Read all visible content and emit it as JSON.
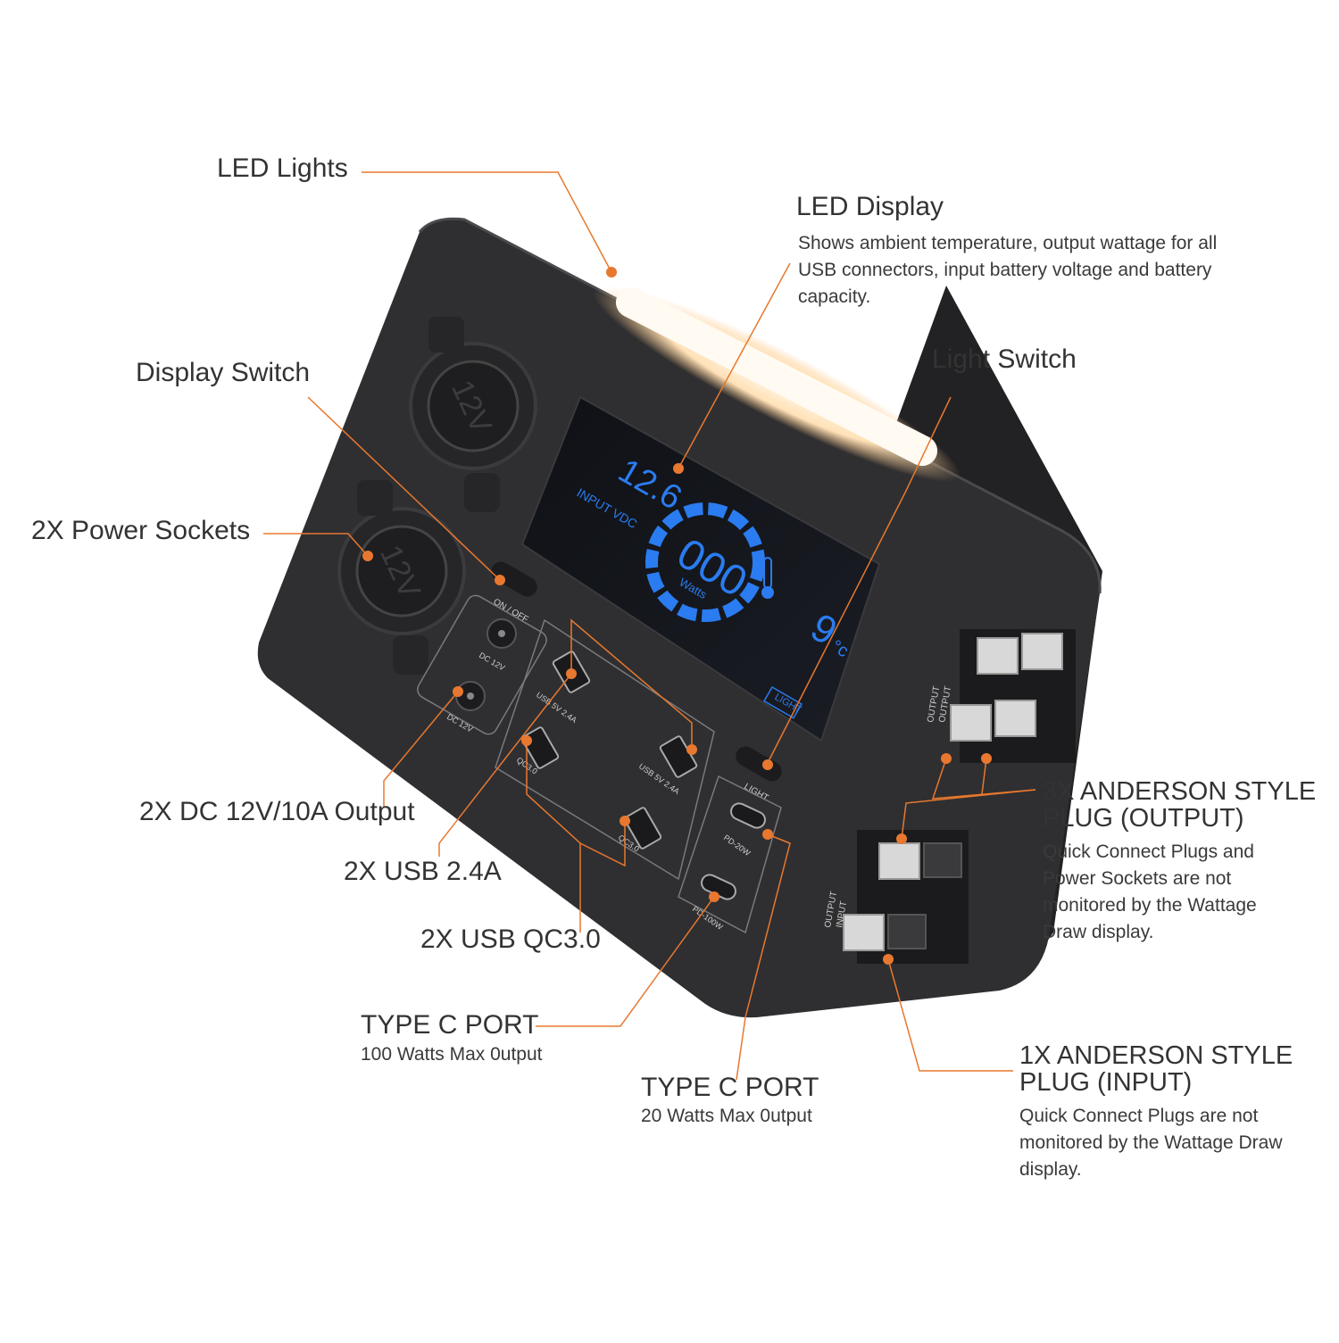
{
  "accent_color": "#e8782f",
  "body_color": "#2e2e30",
  "display_color": "#2a7cf0",
  "callouts": {
    "led_lights": {
      "title": "LED Lights"
    },
    "led_display": {
      "title": "LED Display",
      "desc": "Shows ambient temperature, output wattage for all USB connectors, input battery voltage and battery capacity."
    },
    "light_switch": {
      "title": "Light Switch"
    },
    "display_switch": {
      "title": "Display Switch"
    },
    "power_sockets": {
      "title": "2X Power Sockets"
    },
    "dc_output": {
      "title": "2X DC 12V/10A Output"
    },
    "usb_24": {
      "title": "2X USB 2.4A"
    },
    "usb_qc": {
      "title": "2X USB QC3.0"
    },
    "typec_100": {
      "title": "TYPE C PORT",
      "desc": "100 Watts Max 0utput"
    },
    "typec_20": {
      "title": "TYPE C PORT",
      "desc": "20 Watts Max 0utput"
    },
    "anderson_output": {
      "title_line1": "3X ANDERSON STYLE",
      "title_line2": "PLUG (OUTPUT)",
      "desc": "Quick Connect Plugs and Power Sockets are not monitored by the Wattage Draw display."
    },
    "anderson_input": {
      "title_line1": "1X ANDERSON STYLE",
      "title_line2": "PLUG (INPUT)",
      "desc": "Quick Connect Plugs are not monitored by the Wattage Draw display."
    }
  },
  "device": {
    "socket_label": "12V",
    "display": {
      "voltage": "12.6",
      "voltage_label": "INPUT VDC",
      "watts": "000",
      "watts_label": "Watts",
      "temperature": "9",
      "temp_unit": "°c",
      "light_indicator": "LIGHT"
    },
    "on_off_label": "ON / OFF",
    "light_button_label": "LIGHT",
    "dc_label": "DC 12V",
    "usb24_label": "USB 5V 2.4A",
    "qc_label": "QC3.0",
    "pd20_label": "PD-20W",
    "pd100_label": "PD-100W",
    "side_output_label": "OUTPUT",
    "side_input_label": "INPUT"
  }
}
